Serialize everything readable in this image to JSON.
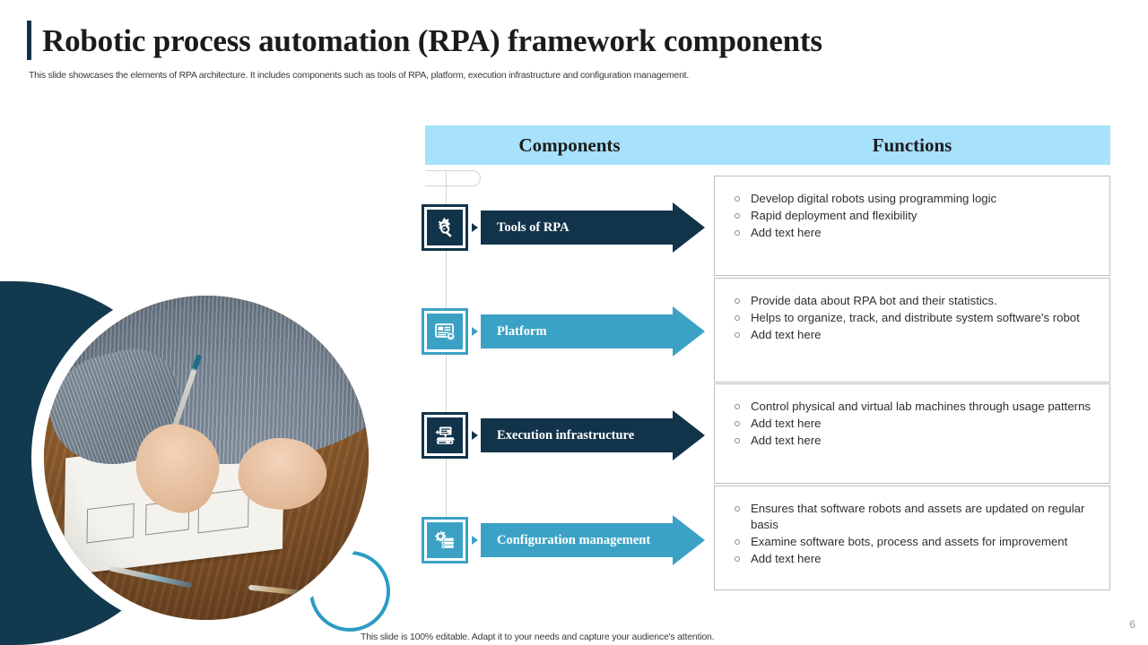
{
  "slide": {
    "title": "Robotic process automation (RPA) framework components",
    "subtitle": "This slide showcases the elements of RPA architecture. It includes components such as tools of RPA, platform, execution infrastructure and configuration management.",
    "footer_note": "This slide is 100% editable. Adapt it to your needs and capture your audience's attention.",
    "page_number": "6"
  },
  "colors": {
    "navy": "#12344a",
    "teal": "#3ba2c6",
    "header_blue": "#a7e1fc",
    "ring_teal": "#2b9cc4",
    "blob_navy": "#123a4e"
  },
  "table": {
    "headers": {
      "components": "Components",
      "functions": "Functions"
    },
    "rows": [
      {
        "component": "Tools of RPA",
        "icon": "gear-magnifier-icon",
        "color": "#12344a",
        "functions": [
          "Develop digital robots using programming logic",
          "Rapid deployment and flexibility",
          "Add text here"
        ]
      },
      {
        "component": "Platform",
        "icon": "dashboard-gear-icon",
        "color": "#3ba2c6",
        "functions": [
          "Provide data about RPA bot and their statistics.",
          "Helps to organize, track, and distribute system software's robot",
          "Add text here"
        ]
      },
      {
        "component": "Execution infrastructure",
        "icon": "server-monitor-icon",
        "color": "#12344a",
        "functions": [
          "Control physical and virtual lab machines through usage patterns",
          "Add text here",
          "Add text here"
        ]
      },
      {
        "component": "Configuration management",
        "icon": "gear-database-icon",
        "color": "#3ba2c6",
        "functions": [
          "Ensures that software robots and assets are updated on regular basis",
          "Examine software bots, process and assets for improvement",
          "Add text here"
        ]
      }
    ]
  },
  "image": {
    "alt": "person-sketching-wireframes-on-paper-photo"
  }
}
